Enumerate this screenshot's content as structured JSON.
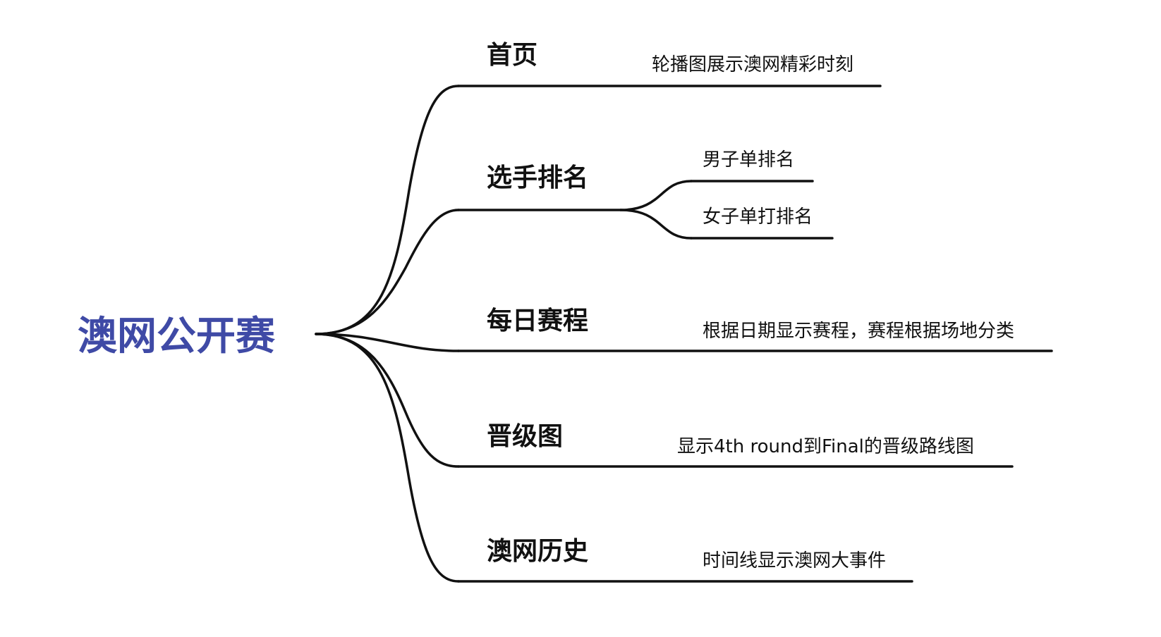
{
  "colors": {
    "root": "#3f4aa6",
    "line": "#111111",
    "text": "#111111"
  },
  "root": {
    "label": "澳网公开赛"
  },
  "branches": [
    {
      "label": "首页",
      "children": [
        {
          "label": "轮播图展示澳网精彩时刻"
        }
      ]
    },
    {
      "label": "选手排名",
      "children": [
        {
          "label": "男子单排名"
        },
        {
          "label": "女子单打排名"
        }
      ]
    },
    {
      "label": "每日赛程",
      "children": [
        {
          "label": "根据日期显示赛程，赛程根据场地分类"
        }
      ]
    },
    {
      "label": "晋级图",
      "children": [
        {
          "label": "显示4th round到Final的晋级路线图"
        }
      ]
    },
    {
      "label": "澳网历史",
      "children": [
        {
          "label": "时间线显示澳网大事件"
        }
      ]
    }
  ]
}
